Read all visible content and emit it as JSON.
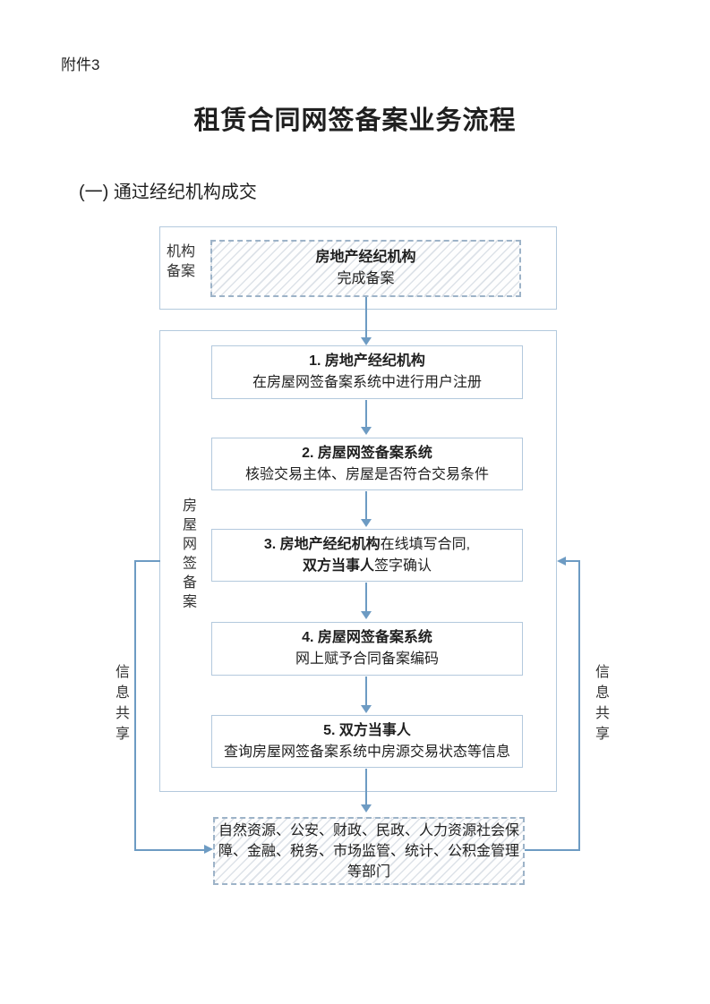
{
  "page": {
    "attachment_label": "附件3",
    "title": "租赁合同网签备案业务流程",
    "section_heading": "(一) 通过经纪机构成交"
  },
  "org_filing": {
    "side_label": "机构备案",
    "box_title": "房地产经纪机构",
    "box_desc": "完成备案"
  },
  "main_flow": {
    "side_label": "房屋网签备案",
    "steps": [
      {
        "title": "1. 房地产经纪机构",
        "desc": "在房屋网签备案系统中进行用户注册"
      },
      {
        "title": "2. 房屋网签备案系统",
        "desc": "核验交易主体、房屋是否符合交易条件"
      },
      {
        "title_bold": "3. 房地产经纪机构",
        "title_rest": "在线填写合同,",
        "line2_bold": "双方当事人",
        "line2_rest": "签字确认"
      },
      {
        "title": "4. 房屋网签备案系统",
        "desc": "网上赋予合同备案编码"
      },
      {
        "title": "5. 双方当事人",
        "desc": "查询房屋网签备案系统中房源交易状态等信息"
      }
    ]
  },
  "info_share": {
    "left_label": "信息共享",
    "right_label": "信息共享"
  },
  "departments_box": {
    "lines": [
      "自然资源、公安、财政、民政、人力资源社会保",
      "障、金融、税务、市场监管、统计、公积金管理",
      "等部门"
    ]
  },
  "colors": {
    "line": "#6d9bc3",
    "container_border": "#b3c9dd",
    "box_border": "#b3c9dd",
    "dashed_border": "#9db3c8",
    "hatch_line": "#dde2e8",
    "text": "#1f1f1f",
    "label_text": "#333333",
    "page_bg": "#ffffff"
  }
}
